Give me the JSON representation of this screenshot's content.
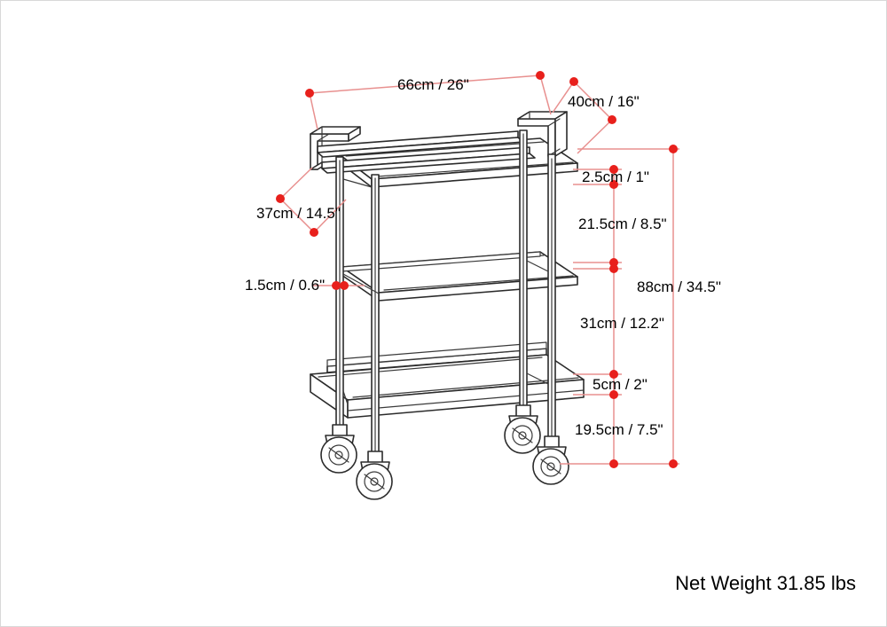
{
  "diagram": {
    "title": "Bar cart dimension diagram",
    "product_type": "3-tier rolling bar cart",
    "units_note": "metric / imperial",
    "accent_color": "#e8201c",
    "dim_line_color": "#e8908f",
    "line_color": "#2b2b2b",
    "background_color": "#ffffff"
  },
  "dimensions": {
    "width": {
      "label": "66cm / 26\"",
      "cm": 66,
      "inch": 26,
      "kind": "overall-width"
    },
    "depth": {
      "label": "40cm / 16\"",
      "cm": 40,
      "inch": 16,
      "kind": "overall-depth"
    },
    "handle_depth": {
      "label": "37cm / 14.5\"",
      "cm": 37,
      "inch": 14.5,
      "kind": "shelf-depth"
    },
    "post_thickness": {
      "label": "1.5cm / 0.6\"",
      "cm": 1.5,
      "inch": 0.6,
      "kind": "frame-thickness"
    },
    "top_rail_height": {
      "label": "2.5cm / 1\"",
      "cm": 2.5,
      "inch": 1,
      "kind": "top-lip-height"
    },
    "top_gap": {
      "label": "21.5cm / 8.5\"",
      "cm": 21.5,
      "inch": 8.5,
      "kind": "clearance-top-to-middle"
    },
    "middle_gap": {
      "label": "31cm / 12.2\"",
      "cm": 31,
      "inch": 12.2,
      "kind": "clearance-middle-to-bottom"
    },
    "bottom_rail_height": {
      "label": "5cm / 2\"",
      "cm": 5,
      "inch": 2,
      "kind": "bottom-lip-height"
    },
    "caster_height": {
      "label": "19.5cm / 7.5\"",
      "cm": 19.5,
      "inch": 7.5,
      "kind": "floor-to-bottom-shelf"
    },
    "overall_height": {
      "label": "88cm / 34.5\"",
      "cm": 88,
      "inch": 34.5,
      "kind": "overall-height"
    }
  },
  "net_weight": {
    "label": "Net Weight 31.85 lbs",
    "value": 31.85,
    "unit": "lbs"
  }
}
